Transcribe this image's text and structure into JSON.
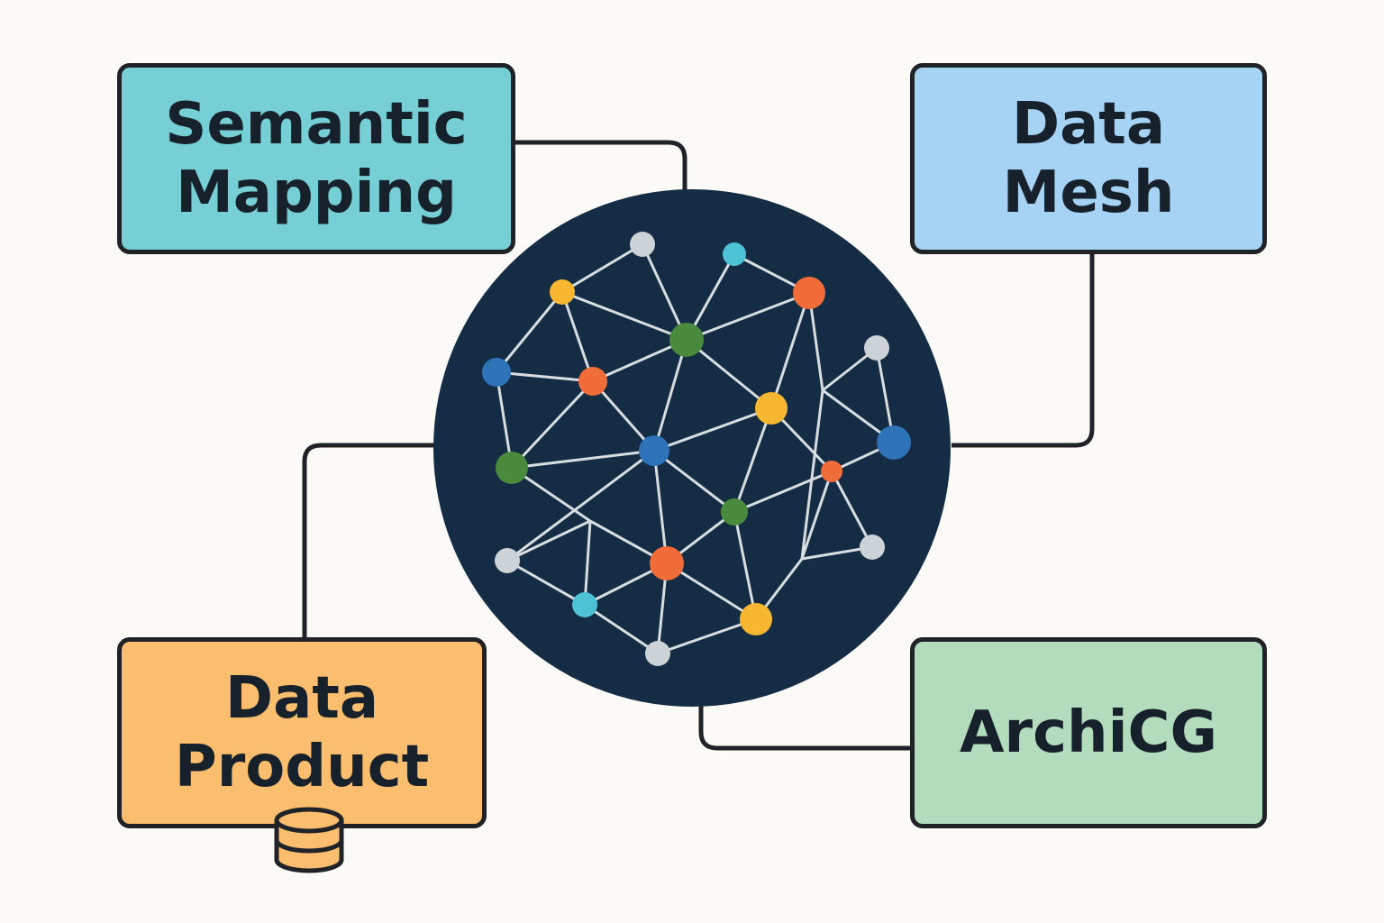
{
  "colors": {
    "background": "#fbfaf6",
    "outline": "#1f2327",
    "text": "#17212b",
    "hub": "#142c44",
    "edge": "#d8dde0"
  },
  "boxes": {
    "semantic": {
      "line1": "Semantic",
      "line2": "Mapping",
      "color": "#76cfd4"
    },
    "mesh": {
      "line1": "Data",
      "line2": "Mesh",
      "color": "#a6d3f4"
    },
    "product": {
      "line1": "Data",
      "line2": "Product",
      "color": "#fbbd6e"
    },
    "archicg": {
      "line1": "ArchiCG",
      "color": "#b3dcbd"
    }
  },
  "icons": {
    "database": "database-icon"
  },
  "network": {
    "node_colors": {
      "gray": "#cdd2d6",
      "cyan": "#4fc3d6",
      "yellow": "#f7b731",
      "orange": "#f06d3a",
      "green": "#4a8a3c",
      "blue": "#2e73b8"
    }
  }
}
